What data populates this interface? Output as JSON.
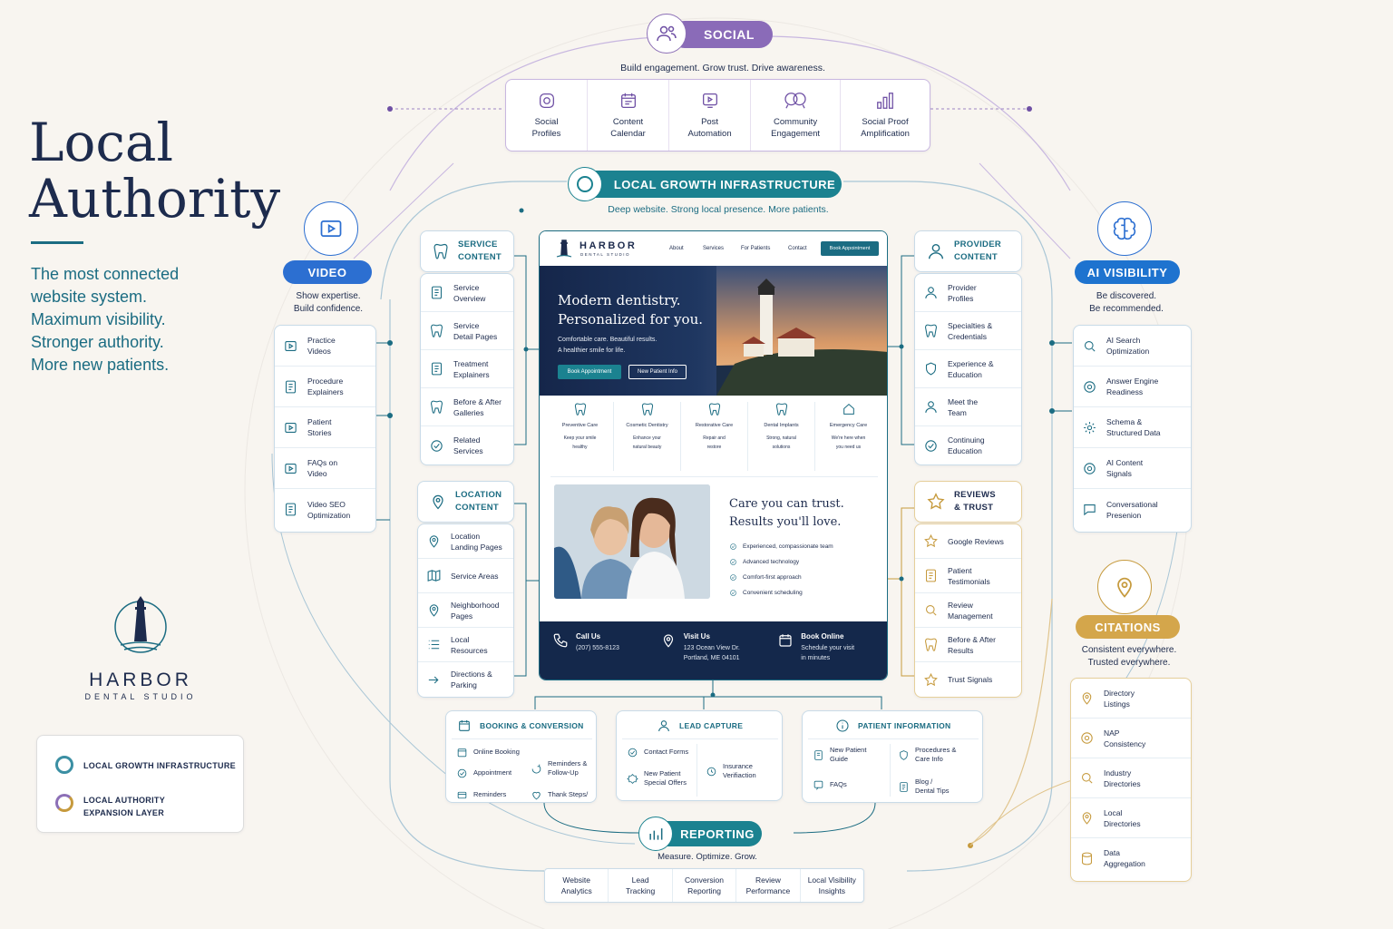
{
  "title": {
    "line1": "Local",
    "line2": "Authority"
  },
  "tagline": [
    "The most connected",
    "website system.",
    "Maximum visibility.",
    "Stronger authority.",
    "More new patients."
  ],
  "brand": {
    "name": "HARBOR",
    "sub": "DENTAL STUDIO"
  },
  "legend": [
    {
      "label": "LOCAL GROWTH INFRASTRUCTURE"
    },
    {
      "label": "LOCAL AUTHORITY\nEXPANSION LAYER"
    }
  ],
  "colors": {
    "teal": "#1b6c82",
    "navy": "#1d2b4d",
    "blue": "#2c6fd1",
    "purple": "#6e4fa4",
    "gold": "#c69a3d"
  },
  "social": {
    "title": "SOCIAL",
    "subtitle": "Build engagement. Grow trust. Drive awareness.",
    "items": [
      "Social\nProfiles",
      "Content\nCalendar",
      "Post\nAutomation",
      "Community\nEngagement",
      "Social Proof\nAmplification"
    ]
  },
  "core": {
    "title": "LOCAL GROWTH INFRASTRUCTURE",
    "subtitle": "Deep website. Strong local presence. More patients."
  },
  "video": {
    "title": "VIDEO",
    "subtitle": "Show expertise.\nBuild confidence.",
    "items": [
      "Practice\nVideos",
      "Procedure\nExplainers",
      "Patient\nStories",
      "FAQs on\nVideo",
      "Video SEO\nOptimization"
    ]
  },
  "ai": {
    "title": "AI VISIBILITY",
    "subtitle": "Be discovered.\nBe recommended.",
    "items": [
      "AI Search\nOptimization",
      "Answer Engine\nReadiness",
      "Schema &\nStructured Data",
      "AI Content\nSignals",
      "Conversational\nPresenion"
    ]
  },
  "citations": {
    "title": "CITATIONS",
    "subtitle": "Consistent everywhere.\nTrusted everywhere.",
    "items": [
      "Directory\nListings",
      "NAP\nConsistency",
      "Industry\nDirectories",
      "Local\nDirectories",
      "Data\nAggregation"
    ]
  },
  "service": {
    "title": "SERVICE\nCONTENT",
    "items": [
      "Service\nOverview",
      "Service\nDetail Pages",
      "Treatment\nExplainers",
      "Before & After\nGalleries",
      "Related\nServices"
    ]
  },
  "location": {
    "title": "LOCATION\nCONTENT",
    "items": [
      "Location\nLanding Pages",
      "Service Areas",
      "Neighborhood\nPages",
      "Local Resources",
      "Directions &\nParking"
    ]
  },
  "provider": {
    "title": "PROVIDER\nCONTENT",
    "items": [
      "Provider\nProfiles",
      "Specialties &\nCredentials",
      "Experience &\nEducation",
      "Meet the\nTeam",
      "Continuing\nEducation"
    ]
  },
  "reviews": {
    "title": "REVIEWS\n& TRUST",
    "items": [
      "Google Reviews",
      "Patient\nTestimonials",
      "Review\nManagement",
      "Before & After\nResults",
      "Trust Signals"
    ]
  },
  "website": {
    "logo": "HARBOR",
    "logo_sub": "DENTAL STUDIO",
    "nav": [
      "About",
      "Services",
      "For Patients",
      "Contact"
    ],
    "nav_cta": "Book Appointment",
    "hero_title": "Modern dentistry.\nPersonalized for you.",
    "hero_sub": "Comfortable care. Beautiful results.\nA healthier smile for life.",
    "btn1": "Book Appointment",
    "btn2": "New Patient Info",
    "services": [
      {
        "t": "Preventive Care",
        "d": "Keep your smile\nhealthy"
      },
      {
        "t": "Cosmetic Dentistry",
        "d": "Enhance your\nnatural beauty"
      },
      {
        "t": "Restorative Care",
        "d": "Repair and\nrestore"
      },
      {
        "t": "Dental Implants",
        "d": "Strong, natural\nsolutions"
      },
      {
        "t": "Emergency Care",
        "d": "We're here when\nyou need us"
      }
    ],
    "care_title": "Care you can trust.\nResults you'll love.",
    "checks": [
      "Experienced, compassionate team",
      "Advanced technology",
      "Comfort-first approach",
      "Convenient scheduling"
    ],
    "footer": [
      {
        "t": "Call Us",
        "d": "(207) 555-8123"
      },
      {
        "t": "Visit Us",
        "d": "123 Ocean View Dr.\nPortland, ME 04101"
      },
      {
        "t": "Book Online",
        "d": "Schedule your visit\nin minutes"
      }
    ]
  },
  "booking": {
    "title": "BOOKING & CONVERSION",
    "items": [
      "Online Booking",
      "Appointment",
      "Reminders",
      "Reminders &\nFollow-Up",
      "Thank Steps/"
    ]
  },
  "lead": {
    "title": "LEAD CAPTURE",
    "items": [
      "Contact Forms",
      "New Patient\nSpecial Offers",
      "Insurance\nVerifiaction"
    ]
  },
  "patient": {
    "title": "PATIENT INFORMATION",
    "items": [
      "New Patient\nGuide",
      "FAQs",
      "Procedures &\nCare Info",
      "Blog /\nDental Tips"
    ]
  },
  "reporting": {
    "title": "REPORTING",
    "subtitle": "Measure. Optimize. Grow.",
    "items": [
      "Website\nAnalytics",
      "Lead\nTracking",
      "Conversion\nReporting",
      "Review\nPerformance",
      "Local Visibility\nInsights"
    ]
  }
}
